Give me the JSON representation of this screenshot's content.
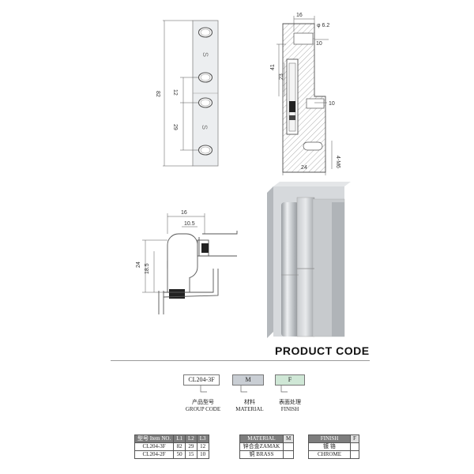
{
  "drawing_labels": {
    "d82": "82",
    "d12": "12",
    "d29": "29",
    "d16": "16",
    "d62": "φ 6.2",
    "d10a": "10",
    "d41": "41",
    "d23": "23",
    "d10b": "10",
    "d24": "24",
    "dm6": "4-M6",
    "s16": "16",
    "s105": "10.5",
    "s24": "24",
    "s185": "18.5"
  },
  "product_code": {
    "title": "PRODUCT CODE",
    "group_code": "CL204-3F",
    "material_code": "M",
    "finish_code": "F",
    "group_label_cn": "产品型号",
    "group_label_en": "GROUP CODE",
    "material_label_cn": "材料",
    "material_label_en": "MATERIAL",
    "finish_label_cn": "表面处理",
    "finish_label_en": "FINISH"
  },
  "size_table": {
    "headers": [
      "型号 Item NO.",
      "L1",
      "L2",
      "L3"
    ],
    "rows": [
      [
        "CL204-3F",
        "82",
        "29",
        "12"
      ],
      [
        "CL204-2F",
        "50",
        "15",
        "10"
      ]
    ]
  },
  "material_table": {
    "headers": [
      "MATERIAL",
      "M"
    ],
    "rows": [
      [
        "锌合金ZAMAK",
        ""
      ],
      [
        "铜      BRASS",
        ""
      ]
    ]
  },
  "finish_table": {
    "headers": [
      "FINISH",
      "F"
    ],
    "rows": [
      [
        "镀  铬",
        ""
      ],
      [
        "CHROME",
        ""
      ]
    ]
  },
  "colors": {
    "material_box": "#c9ced4",
    "finish_box": "#cfe7d6",
    "table_header": "#7d7d7d"
  }
}
